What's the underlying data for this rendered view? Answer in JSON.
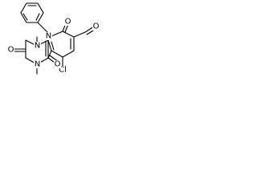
{
  "atom_labels": {
    "o_phenyl_ketone": "O",
    "o_methyl_top": "O",
    "o_methyl_bottom": "O",
    "n_phenyl": "N",
    "n1": "N",
    "n3": "N",
    "cl": "Cl",
    "methyl_n1": "CH3",
    "methyl_n3": "CH3",
    "cho_o": "O"
  },
  "visible_text": {
    "o_left": "O",
    "o_right": "O",
    "n_top": "N",
    "n_left": "N",
    "n_bottom": "N",
    "cl_label": "Cl",
    "o_bottom": "O",
    "o_cho": "O"
  },
  "colors": {
    "line": "#000000",
    "background": "#ffffff"
  }
}
